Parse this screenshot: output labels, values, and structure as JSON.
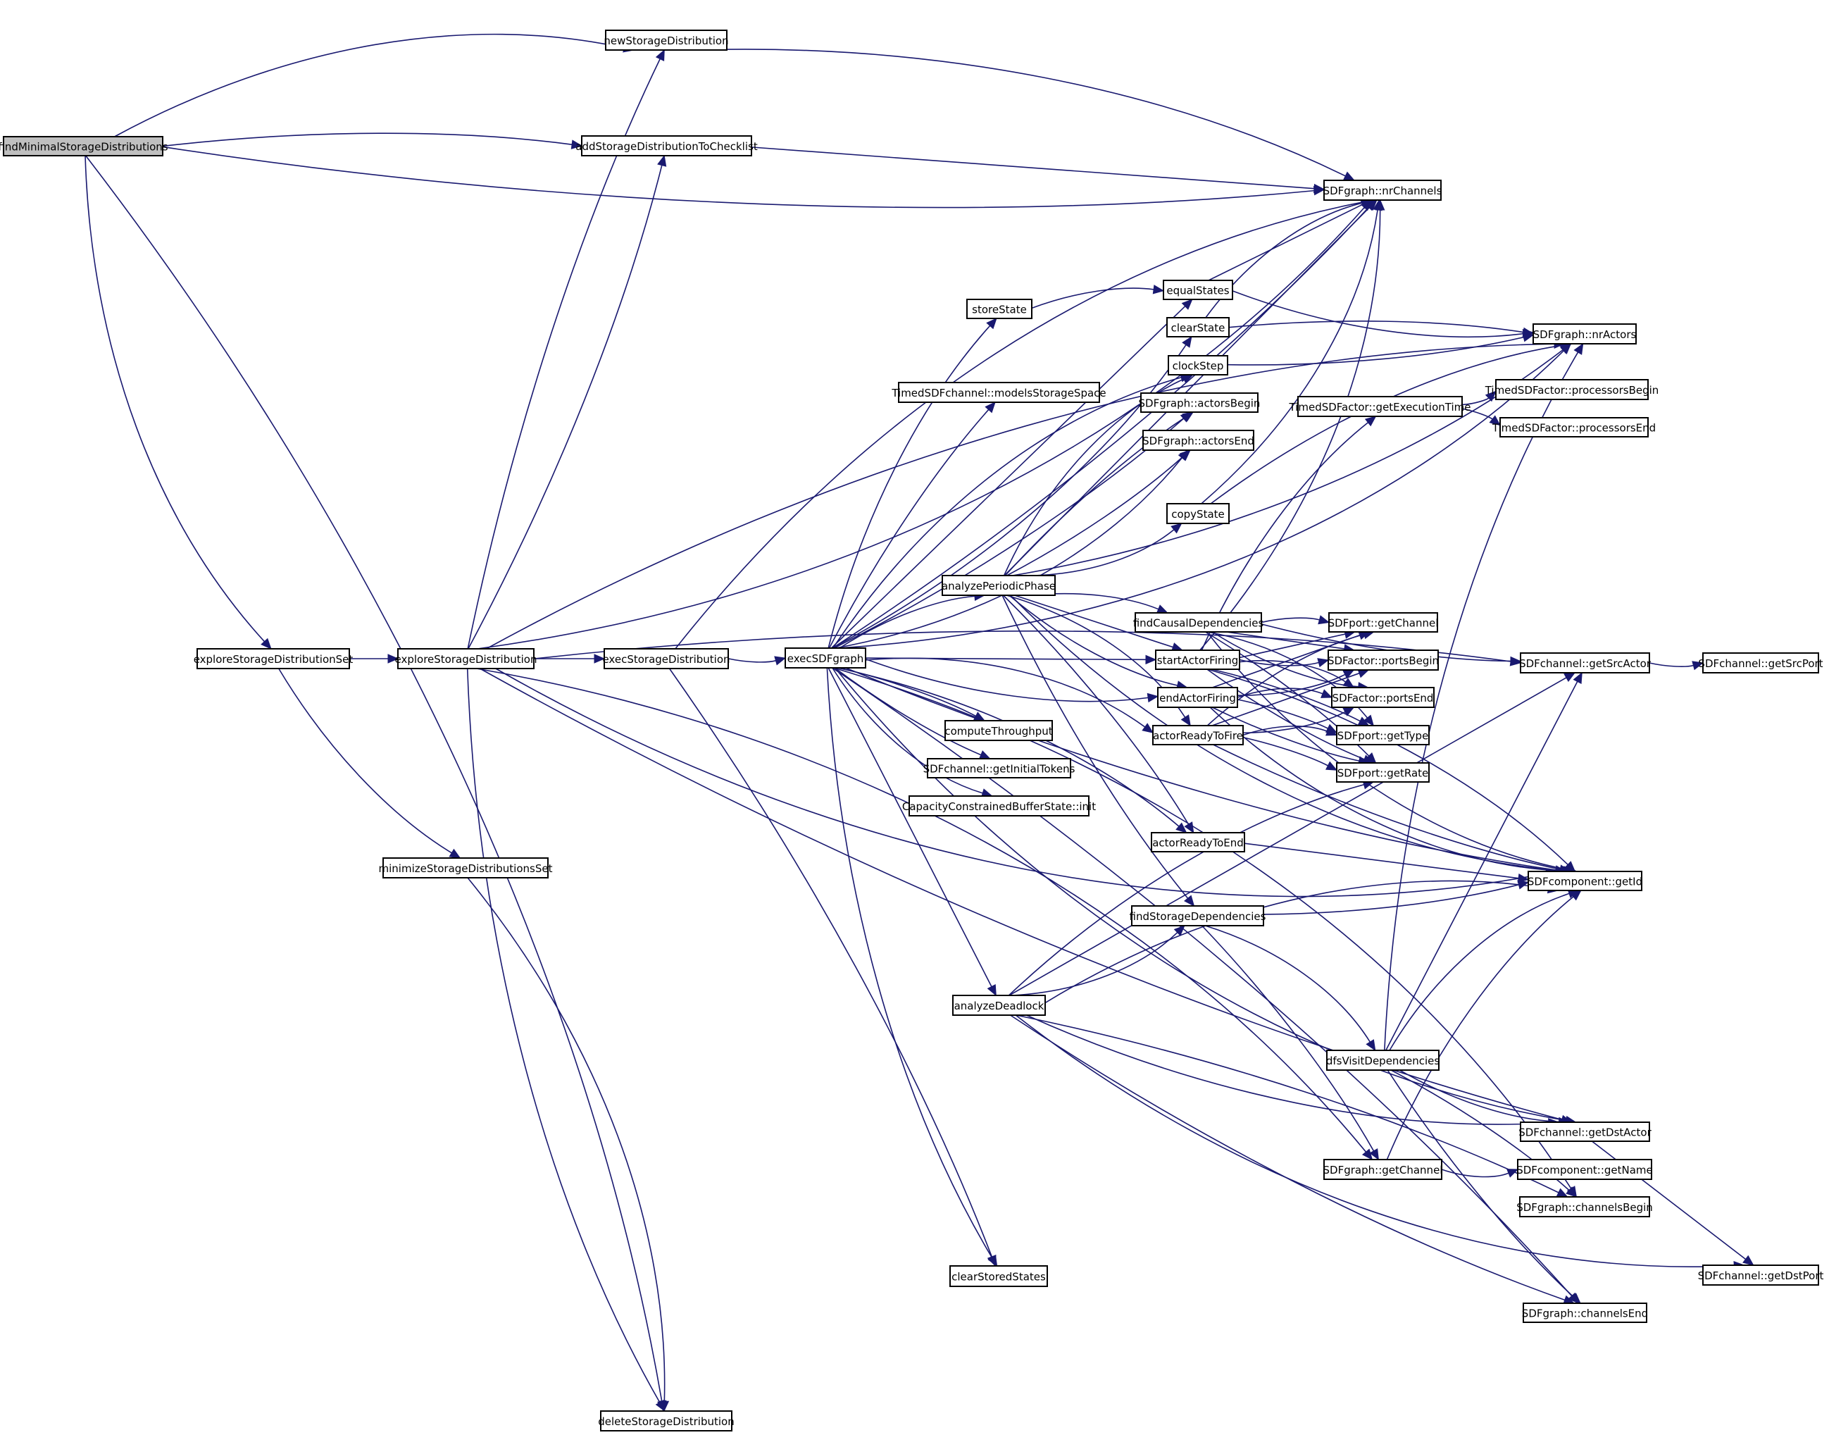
{
  "diagram": {
    "type": "call-graph",
    "root": "findMinimalStorageDistributions",
    "colors": {
      "edge": "#191970",
      "root_fill": "#bfbfbf",
      "node_fill": "#ffffff",
      "node_border": "#000000"
    },
    "nodes": [
      {
        "id": "findMinimalStorageDistributions",
        "label": "findMinimalStorageDistributions",
        "root": true
      },
      {
        "id": "newStorageDistribution",
        "label": "newStorageDistribution"
      },
      {
        "id": "addStorageDistributionToChecklist",
        "label": "addStorageDistributionToChecklist"
      },
      {
        "id": "exploreStorageDistributionSet",
        "label": "exploreStorageDistributionSet"
      },
      {
        "id": "exploreStorageDistribution",
        "label": "exploreStorageDistribution"
      },
      {
        "id": "execStorageDistribution",
        "label": "execStorageDistribution"
      },
      {
        "id": "execSDFgraph",
        "label": "execSDFgraph"
      },
      {
        "id": "minimizeStorageDistributionsSet",
        "label": "minimizeStorageDistributionsSet"
      },
      {
        "id": "deleteStorageDistribution",
        "label": "deleteStorageDistribution"
      },
      {
        "id": "nrChannels",
        "label": "SDFgraph::nrChannels"
      },
      {
        "id": "nrActors",
        "label": "SDFgraph::nrActors"
      },
      {
        "id": "storeState",
        "label": "storeState"
      },
      {
        "id": "equalStates",
        "label": "equalStates"
      },
      {
        "id": "clearState",
        "label": "clearState"
      },
      {
        "id": "clockStep",
        "label": "clockStep"
      },
      {
        "id": "modelsStorageSpace",
        "label": "TimedSDFchannel::modelsStorageSpace"
      },
      {
        "id": "actorsBegin",
        "label": "SDFgraph::actorsBegin"
      },
      {
        "id": "actorsEnd",
        "label": "SDFgraph::actorsEnd"
      },
      {
        "id": "getExecutionTime",
        "label": "TimedSDFactor::getExecutionTime"
      },
      {
        "id": "processorsBegin",
        "label": "TimedSDFactor::processorsBegin"
      },
      {
        "id": "processorsEnd",
        "label": "TimedSDFactor::processorsEnd"
      },
      {
        "id": "copyState",
        "label": "copyState"
      },
      {
        "id": "analyzePeriodicPhase",
        "label": "analyzePeriodicPhase"
      },
      {
        "id": "findCausalDependencies",
        "label": "findCausalDependencies"
      },
      {
        "id": "startActorFiring",
        "label": "startActorFiring"
      },
      {
        "id": "endActorFiring",
        "label": "endActorFiring"
      },
      {
        "id": "actorReadyToFire",
        "label": "actorReadyToFire"
      },
      {
        "id": "portGetChannel",
        "label": "SDFport::getChannel"
      },
      {
        "id": "portsBegin",
        "label": "SDFactor::portsBegin"
      },
      {
        "id": "portsEnd",
        "label": "SDFactor::portsEnd"
      },
      {
        "id": "getType",
        "label": "SDFport::getType"
      },
      {
        "id": "getRate",
        "label": "SDFport::getRate"
      },
      {
        "id": "getSrcActor",
        "label": "SDFchannel::getSrcActor"
      },
      {
        "id": "getSrcPort",
        "label": "SDFchannel::getSrcPort"
      },
      {
        "id": "computeThroughput",
        "label": "computeThroughput"
      },
      {
        "id": "getInitialTokens",
        "label": "SDFchannel::getInitialTokens"
      },
      {
        "id": "cbsInit",
        "label": "CapacityConstrainedBufferState::init"
      },
      {
        "id": "actorReadyToEnd",
        "label": "actorReadyToEnd"
      },
      {
        "id": "getId",
        "label": "SDFcomponent::getId"
      },
      {
        "id": "findStorageDependencies",
        "label": "findStorageDependencies"
      },
      {
        "id": "analyzeDeadlock",
        "label": "analyzeDeadlock"
      },
      {
        "id": "dfsVisitDependencies",
        "label": "dfsVisitDependencies"
      },
      {
        "id": "getDstActor",
        "label": "SDFchannel::getDstActor"
      },
      {
        "id": "graphGetChannel",
        "label": "SDFgraph::getChannel"
      },
      {
        "id": "getName",
        "label": "SDFcomponent::getName"
      },
      {
        "id": "channelsBegin",
        "label": "SDFgraph::channelsBegin"
      },
      {
        "id": "getDstPort",
        "label": "SDFchannel::getDstPort"
      },
      {
        "id": "clearStoredStates",
        "label": "clearStoredStates"
      },
      {
        "id": "channelsEnd",
        "label": "SDFgraph::channelsEnd"
      }
    ],
    "edges": [
      [
        "findMinimalStorageDistributions",
        "newStorageDistribution"
      ],
      [
        "findMinimalStorageDistributions",
        "addStorageDistributionToChecklist"
      ],
      [
        "findMinimalStorageDistributions",
        "nrChannels"
      ],
      [
        "findMinimalStorageDistributions",
        "exploreStorageDistributionSet"
      ],
      [
        "findMinimalStorageDistributions",
        "deleteStorageDistribution"
      ],
      [
        "exploreStorageDistributionSet",
        "exploreStorageDistribution"
      ],
      [
        "exploreStorageDistributionSet",
        "minimizeStorageDistributionsSet"
      ],
      [
        "minimizeStorageDistributionsSet",
        "deleteStorageDistribution"
      ],
      [
        "exploreStorageDistribution",
        "newStorageDistribution"
      ],
      [
        "exploreStorageDistribution",
        "addStorageDistributionToChecklist"
      ],
      [
        "exploreStorageDistribution",
        "nrChannels"
      ],
      [
        "exploreStorageDistribution",
        "nrActors"
      ],
      [
        "exploreStorageDistribution",
        "execStorageDistribution"
      ],
      [
        "exploreStorageDistribution",
        "deleteStorageDistribution"
      ],
      [
        "exploreStorageDistribution",
        "graphGetChannel"
      ],
      [
        "exploreStorageDistribution",
        "getSrcActor"
      ],
      [
        "exploreStorageDistribution",
        "getDstActor"
      ],
      [
        "exploreStorageDistribution",
        "getId"
      ],
      [
        "newStorageDistribution",
        "nrChannels"
      ],
      [
        "addStorageDistributionToChecklist",
        "nrChannels"
      ],
      [
        "execStorageDistribution",
        "execSDFgraph"
      ],
      [
        "execStorageDistribution",
        "nrChannels"
      ],
      [
        "execStorageDistribution",
        "clearStoredStates"
      ],
      [
        "execSDFgraph",
        "nrChannels"
      ],
      [
        "execSDFgraph",
        "nrActors"
      ],
      [
        "execSDFgraph",
        "storeState"
      ],
      [
        "execSDFgraph",
        "equalStates"
      ],
      [
        "execSDFgraph",
        "clearState"
      ],
      [
        "execSDFgraph",
        "clockStep"
      ],
      [
        "execSDFgraph",
        "modelsStorageSpace"
      ],
      [
        "execSDFgraph",
        "actorsBegin"
      ],
      [
        "execSDFgraph",
        "actorsEnd"
      ],
      [
        "execSDFgraph",
        "analyzePeriodicPhase"
      ],
      [
        "execSDFgraph",
        "startActorFiring"
      ],
      [
        "execSDFgraph",
        "endActorFiring"
      ],
      [
        "execSDFgraph",
        "actorReadyToFire"
      ],
      [
        "execSDFgraph",
        "computeThroughput"
      ],
      [
        "execSDFgraph",
        "getInitialTokens"
      ],
      [
        "execSDFgraph",
        "cbsInit"
      ],
      [
        "execSDFgraph",
        "actorReadyToEnd"
      ],
      [
        "execSDFgraph",
        "analyzeDeadlock"
      ],
      [
        "execSDFgraph",
        "clearStoredStates"
      ],
      [
        "execSDFgraph",
        "channelsBegin"
      ],
      [
        "execSDFgraph",
        "channelsEnd"
      ],
      [
        "execSDFgraph",
        "getId"
      ],
      [
        "execSDFgraph",
        "getDstActor"
      ],
      [
        "storeState",
        "equalStates"
      ],
      [
        "equalStates",
        "nrChannels"
      ],
      [
        "equalStates",
        "nrActors"
      ],
      [
        "clearState",
        "nrChannels"
      ],
      [
        "clearState",
        "nrActors"
      ],
      [
        "clockStep",
        "nrActors"
      ],
      [
        "copyState",
        "nrChannels"
      ],
      [
        "copyState",
        "nrActors"
      ],
      [
        "analyzePeriodicPhase",
        "nrChannels"
      ],
      [
        "analyzePeriodicPhase",
        "nrActors"
      ],
      [
        "analyzePeriodicPhase",
        "clockStep"
      ],
      [
        "analyzePeriodicPhase",
        "actorsBegin"
      ],
      [
        "analyzePeriodicPhase",
        "actorsEnd"
      ],
      [
        "analyzePeriodicPhase",
        "copyState"
      ],
      [
        "analyzePeriodicPhase",
        "findCausalDependencies"
      ],
      [
        "analyzePeriodicPhase",
        "startActorFiring"
      ],
      [
        "analyzePeriodicPhase",
        "endActorFiring"
      ],
      [
        "analyzePeriodicPhase",
        "actorReadyToFire"
      ],
      [
        "analyzePeriodicPhase",
        "actorReadyToEnd"
      ],
      [
        "analyzePeriodicPhase",
        "findStorageDependencies"
      ],
      [
        "analyzePeriodicPhase",
        "getId"
      ],
      [
        "findCausalDependencies",
        "portGetChannel"
      ],
      [
        "findCausalDependencies",
        "portsBegin"
      ],
      [
        "findCausalDependencies",
        "portsEnd"
      ],
      [
        "findCausalDependencies",
        "getType"
      ],
      [
        "findCausalDependencies",
        "getRate"
      ],
      [
        "findCausalDependencies",
        "getSrcActor"
      ],
      [
        "findCausalDependencies",
        "getId"
      ],
      [
        "startActorFiring",
        "getExecutionTime"
      ],
      [
        "startActorFiring",
        "portGetChannel"
      ],
      [
        "startActorFiring",
        "portsBegin"
      ],
      [
        "startActorFiring",
        "portsEnd"
      ],
      [
        "startActorFiring",
        "getType"
      ],
      [
        "startActorFiring",
        "getRate"
      ],
      [
        "startActorFiring",
        "nrChannels"
      ],
      [
        "startActorFiring",
        "getId"
      ],
      [
        "endActorFiring",
        "portGetChannel"
      ],
      [
        "endActorFiring",
        "portsBegin"
      ],
      [
        "endActorFiring",
        "portsEnd"
      ],
      [
        "endActorFiring",
        "getType"
      ],
      [
        "endActorFiring",
        "getRate"
      ],
      [
        "endActorFiring",
        "getId"
      ],
      [
        "actorReadyToFire",
        "portGetChannel"
      ],
      [
        "actorReadyToFire",
        "portsBegin"
      ],
      [
        "actorReadyToFire",
        "portsEnd"
      ],
      [
        "actorReadyToFire",
        "getType"
      ],
      [
        "actorReadyToFire",
        "getRate"
      ],
      [
        "actorReadyToFire",
        "getId"
      ],
      [
        "getExecutionTime",
        "processorsBegin"
      ],
      [
        "getExecutionTime",
        "processorsEnd"
      ],
      [
        "actorReadyToEnd",
        "getId"
      ],
      [
        "getSrcActor",
        "getSrcPort"
      ],
      [
        "findStorageDependencies",
        "dfsVisitDependencies"
      ],
      [
        "findStorageDependencies",
        "graphGetChannel"
      ],
      [
        "findStorageDependencies",
        "getId"
      ],
      [
        "analyzeDeadlock",
        "findStorageDependencies"
      ],
      [
        "analyzeDeadlock",
        "getRate"
      ],
      [
        "analyzeDeadlock",
        "getSrcActor"
      ],
      [
        "analyzeDeadlock",
        "getDstActor"
      ],
      [
        "analyzeDeadlock",
        "getId"
      ],
      [
        "analyzeDeadlock",
        "channelsBegin"
      ],
      [
        "analyzeDeadlock",
        "channelsEnd"
      ],
      [
        "analyzeDeadlock",
        "getDstPort"
      ],
      [
        "dfsVisitDependencies",
        "nrActors"
      ],
      [
        "dfsVisitDependencies",
        "getSrcActor"
      ],
      [
        "dfsVisitDependencies",
        "getDstActor"
      ],
      [
        "dfsVisitDependencies",
        "getId"
      ],
      [
        "dfsVisitDependencies",
        "channelsBegin"
      ],
      [
        "dfsVisitDependencies",
        "channelsEnd"
      ],
      [
        "graphGetChannel",
        "getName"
      ],
      [
        "graphGetChannel",
        "getId"
      ],
      [
        "getDstActor",
        "getDstPort"
      ]
    ]
  }
}
